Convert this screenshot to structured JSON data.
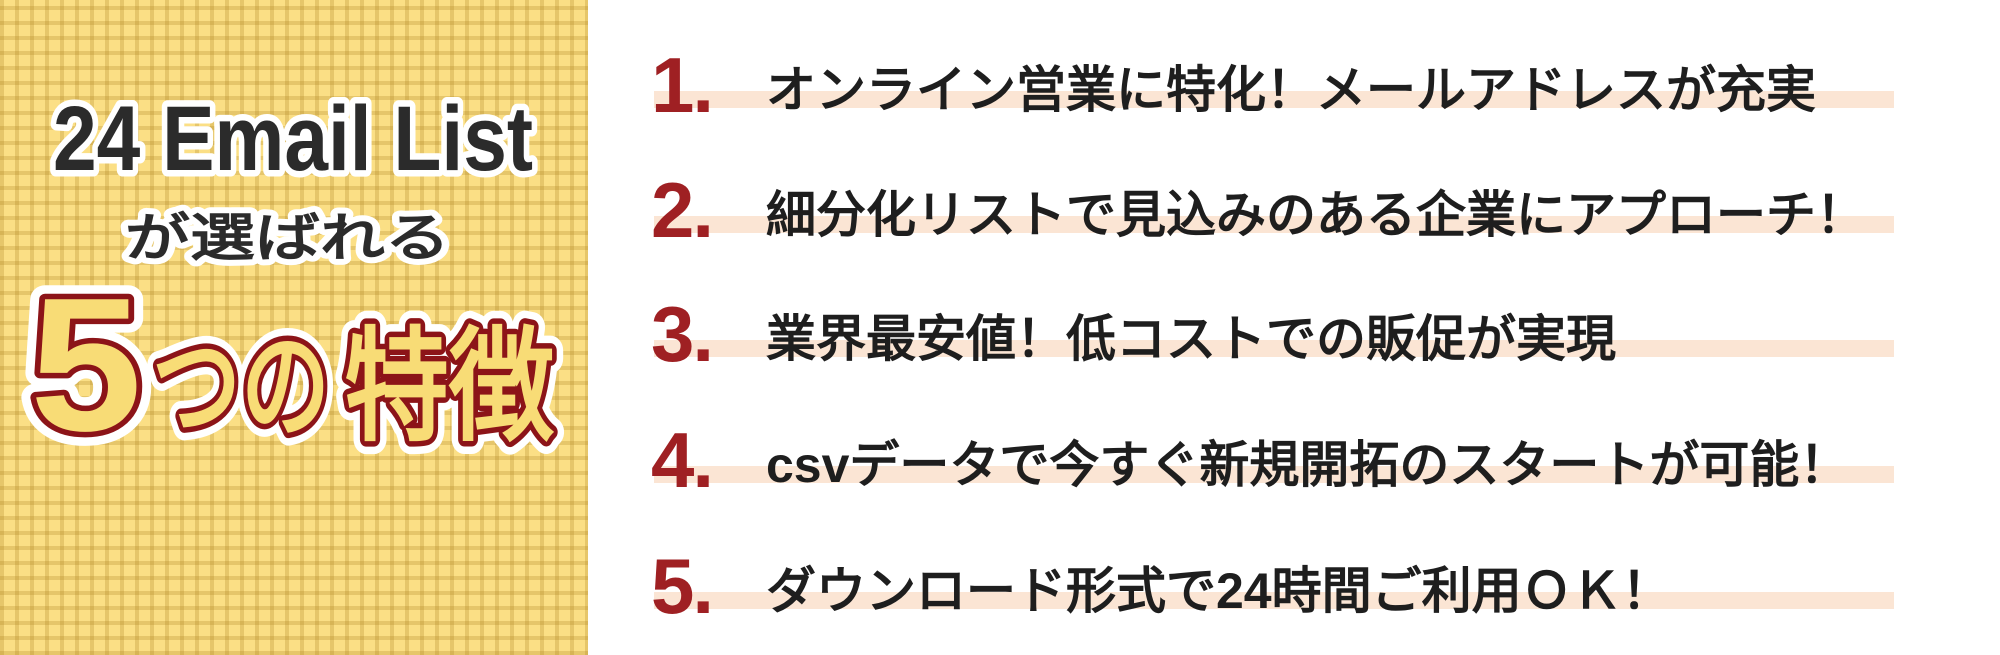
{
  "left_panel": {
    "brand": "24 Email List",
    "subtitle": "が選ばれる",
    "title": {
      "part_number": "5",
      "part_middle": "つの",
      "part_kanji": "特徴"
    }
  },
  "features": [
    {
      "number": "1.",
      "text": "オンライン営業に特化！メールアドレスが充実"
    },
    {
      "number": "2.",
      "text": "細分化リストで見込みのある企業にアプローチ！"
    },
    {
      "number": "3.",
      "text": "業界最安値！低コストでの販促が実現"
    },
    {
      "number": "4.",
      "text": "csvデータで今すぐ新規開拓のスタートが可能！"
    },
    {
      "number": "5.",
      "text": "ダウンロード形式で24時間ご利用ＯＫ！"
    }
  ],
  "colors": {
    "left_background": "#FBDF85",
    "gingham_line": "#E3C263",
    "brand_text": "#2B2B2B",
    "title_outline_red": "#8C1418",
    "title_fill_yellow": "#F8DC76",
    "feature_number_red": "#9F2023",
    "feature_text": "#1E1E1E",
    "underline_peach": "#FBE5D4",
    "right_background": "#FFFFFF"
  }
}
